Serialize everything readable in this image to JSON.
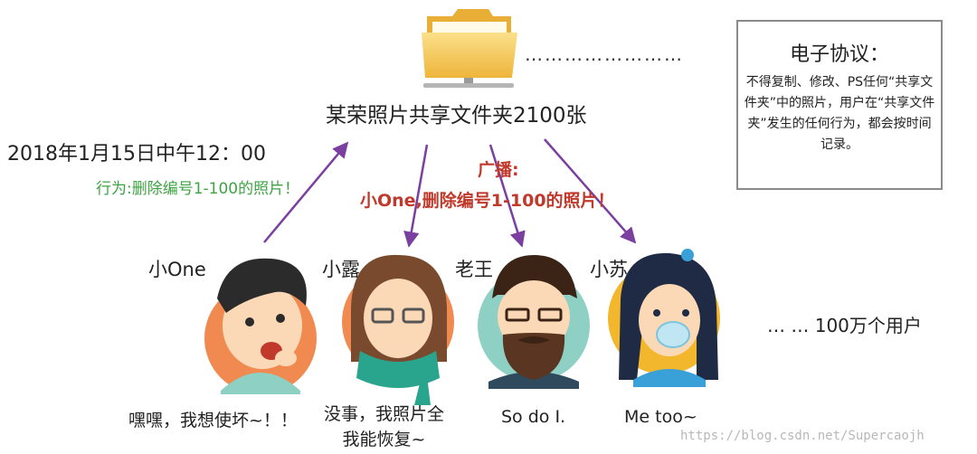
{
  "folder": {
    "title": "某荣照片共享文件夹2100张",
    "icon": "folder-icon"
  },
  "dots": "……………………",
  "contract": {
    "title": "电子协议：",
    "body": "不得复制、修改、PS任何“共享文件夹”中的照片，用户在“共享文件夹”发生的任何行为，都会按时间记录。"
  },
  "event": {
    "time": "2018年1月15日中午12：00",
    "action": "行为:删除编号1-100的照片！"
  },
  "broadcast": {
    "title": "广播:",
    "text": "小One,删除编号1-100的照片！"
  },
  "users": [
    {
      "name": "小One",
      "quote": "嘿嘿，我想使坏~！！",
      "avatar": "boy-avatar-icon"
    },
    {
      "name": "小露",
      "quote": "没事，我照片全我能恢复~",
      "quote_line1": "没事，我照片全",
      "quote_line2": "我能恢复~",
      "avatar": "girl-glasses-avatar-icon"
    },
    {
      "name": "老王",
      "quote": "So do I.",
      "avatar": "bearded-man-avatar-icon"
    },
    {
      "name": "小苏",
      "quote": "Me too~",
      "avatar": "girl-mask-avatar-icon"
    }
  ],
  "more_users": "… …  100万个用户",
  "watermark": "https://blog.csdn.net/Supercaojh",
  "colors": {
    "arrow": "#7b3fa0",
    "broadcast": "#c0392b",
    "action": "#3fa244",
    "folder": "#f3c94a"
  }
}
